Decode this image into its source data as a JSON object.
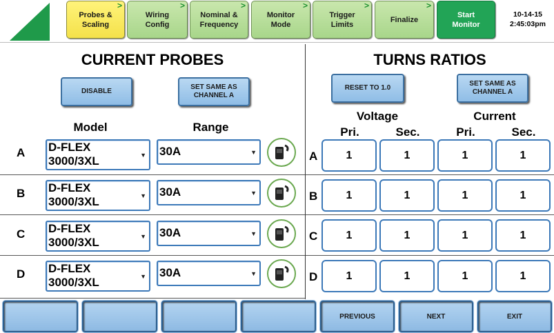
{
  "header": {
    "steps": [
      {
        "line1": "Probes &",
        "line2": "Scaling"
      },
      {
        "line1": "Wiring",
        "line2": "Config"
      },
      {
        "line1": "Nominal &",
        "line2": "Frequency"
      },
      {
        "line1": "Monitor",
        "line2": "Mode"
      },
      {
        "line1": "Trigger",
        "line2": "Limits"
      },
      {
        "line1": "Finalize",
        "line2": ""
      },
      {
        "line1": "Start",
        "line2": "Monitor"
      }
    ],
    "chevron": ">",
    "date": "10-14-15",
    "time": "2:45:03pm"
  },
  "current_probes": {
    "title": "CURRENT PROBES",
    "disable_label": "DISABLE",
    "set_same_line1": "SET SAME AS",
    "set_same_line2": "CHANNEL A",
    "model_header": "Model",
    "range_header": "Range",
    "rows": [
      {
        "label": "A",
        "model_line1": "D-FLEX",
        "model_line2": "3000/3XL",
        "range": "30A"
      },
      {
        "label": "B",
        "model_line1": "D-FLEX",
        "model_line2": "3000/3XL",
        "range": "30A"
      },
      {
        "label": "C",
        "model_line1": "D-FLEX",
        "model_line2": "3000/3XL",
        "range": "30A"
      },
      {
        "label": "D",
        "model_line1": "D-FLEX",
        "model_line2": "3000/3XL",
        "range": "30A"
      }
    ]
  },
  "turns_ratios": {
    "title": "TURNS RATIOS",
    "reset_label": "RESET TO 1.0",
    "set_same_line1": "SET SAME AS",
    "set_same_line2": "CHANNEL A",
    "voltage_header": "Voltage",
    "current_header": "Current",
    "pri": "Pri.",
    "sec": "Sec.",
    "rows": [
      {
        "label": "A",
        "v_pri": "1",
        "v_sec": "1",
        "c_pri": "1",
        "c_sec": "1"
      },
      {
        "label": "B",
        "v_pri": "1",
        "v_sec": "1",
        "c_pri": "1",
        "c_sec": "1"
      },
      {
        "label": "C",
        "v_pri": "1",
        "v_sec": "1",
        "c_pri": "1",
        "c_sec": "1"
      },
      {
        "label": "D",
        "v_pri": "1",
        "v_sec": "1",
        "c_pri": "1",
        "c_sec": "1"
      }
    ]
  },
  "footer": {
    "previous": "PREVIOUS",
    "next": "NEXT",
    "exit": "EXIT"
  },
  "icons": {
    "logo": "green-triangle-logo-icon",
    "probe": "current-probe-icon",
    "dropdown": "dropdown-arrow-icon"
  },
  "colors": {
    "active_step": "#f4e14a",
    "step": "#a8d68a",
    "start": "#22a456",
    "button": "#8fbde6",
    "field_border": "#3b78b8"
  }
}
